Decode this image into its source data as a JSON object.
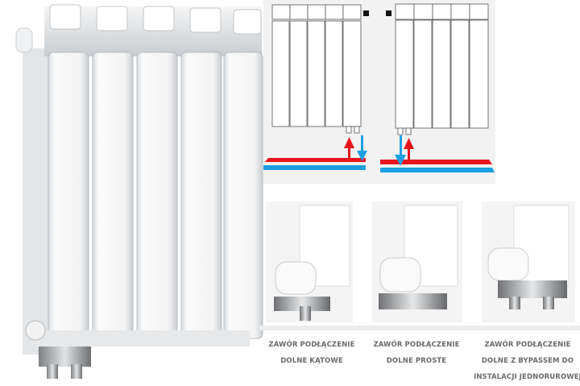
{
  "product": "aluminium-radiator",
  "colors": {
    "hot_pipe": "#e8141c",
    "cold_pipe": "#1b9fe0",
    "diagram_bg": "#f2f2f2",
    "caption_text": "#6b6b6b"
  },
  "diagram": {
    "left": {
      "supply": "hot",
      "return": "cold",
      "connection": "bottom-right"
    },
    "right": {
      "supply": "hot",
      "return": "cold",
      "connection": "bottom-left"
    }
  },
  "valves": [
    {
      "lines": [
        "ZAWÓR PODŁĄCZENIE",
        "DOLNE KĄTOWE"
      ]
    },
    {
      "lines": [
        "ZAWÓR PODŁĄCZENIE",
        "DOLNE PROSTE"
      ]
    },
    {
      "lines": [
        "ZAWÓR PODŁĄCZENIE",
        "DOLNE Z BYPASSEM DO",
        "INSTALACJI  JEDNORUROWEJ"
      ]
    }
  ]
}
